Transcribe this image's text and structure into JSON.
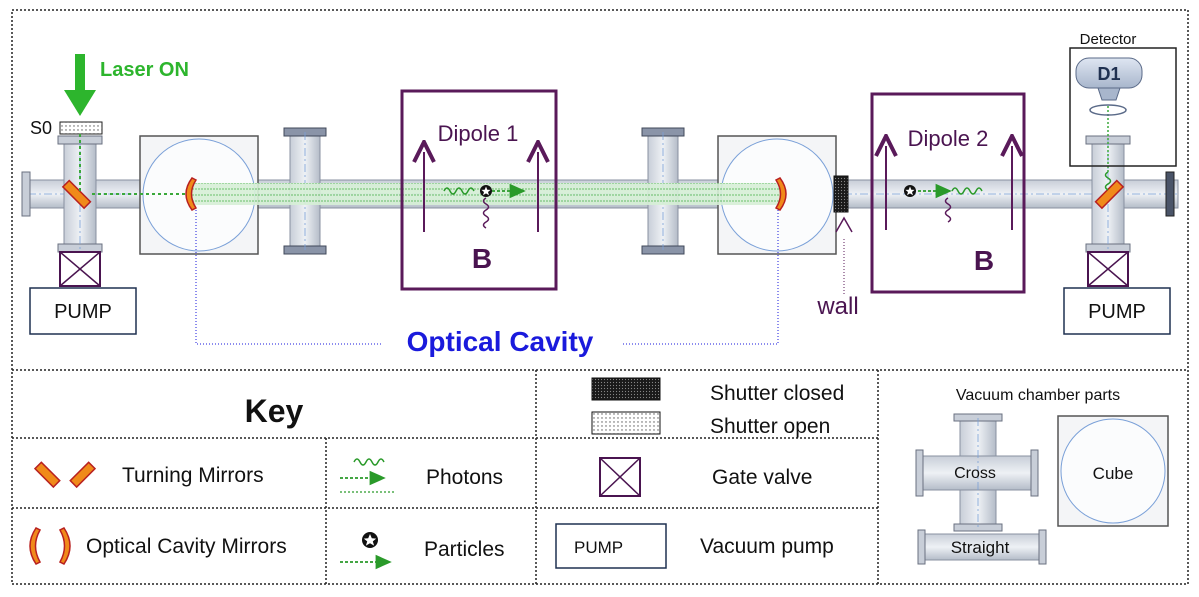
{
  "top": {
    "laser_label": "Laser  ON",
    "s0_label": "S0",
    "dipole1_label": "Dipole 1",
    "dipole2_label": "Dipole 2",
    "b_label_1": "B",
    "b_label_2": "B",
    "pump_left": "PUMP",
    "pump_right": "PUMP",
    "detector_label": "Detector",
    "d1_label": "D1",
    "wall_label": "wall",
    "optical_cavity_label": "Optical Cavity"
  },
  "key": {
    "title": "Key",
    "turning_mirrors": "Turning Mirrors",
    "optical_cavity_mirrors": "Optical Cavity Mirrors",
    "photons": "Photons",
    "particles": "Particles",
    "shutter_closed": "Shutter closed",
    "shutter_open": "Shutter open",
    "gate_valve": "Gate valve",
    "pump_box": "PUMP",
    "vacuum_pump": "Vacuum pump",
    "vacuum_parts_title": "Vacuum chamber parts",
    "cross": "Cross",
    "cube": "Cube",
    "straight": "Straight"
  },
  "colors": {
    "laser_green": "#2db52d",
    "purple": "#5a1a5a",
    "dark_purple": "#4a1450",
    "blue_label": "#1a1adc",
    "mirror_orange": "#f08a1a",
    "mirror_red": "#b82020",
    "steel": "#9aa4b4",
    "beam_green": "#6cc86c"
  }
}
